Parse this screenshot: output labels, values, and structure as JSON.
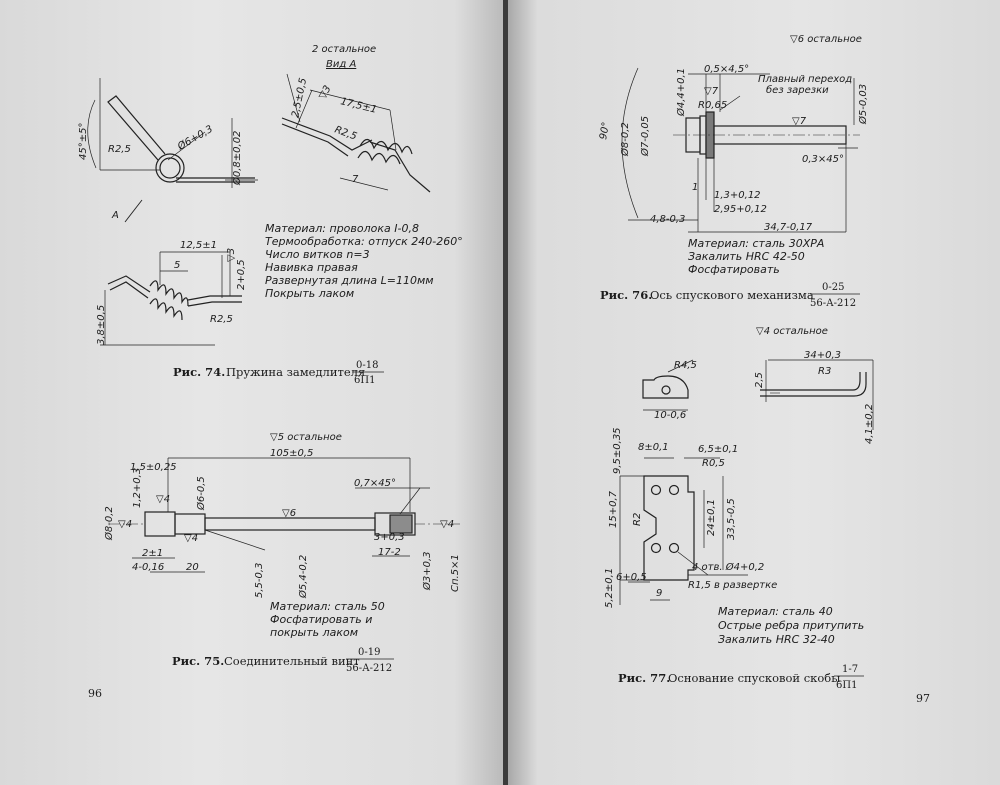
{
  "left_page": {
    "page_number": "96",
    "fig74": {
      "roughness": "2 остальное",
      "view_label": "Вид А",
      "arrow_label": "А",
      "dims": {
        "angle": "45°±5°",
        "r_a": "R2,5",
        "dia_coil": "Ø6+0,3",
        "wire": "Ø0,8±0,02",
        "d1": "2,5±0,5",
        "d2": "17,5±1",
        "d3": "R2,5",
        "d4": "7",
        "rough_a": "▽3",
        "d5": "12,5±1",
        "d6": "5",
        "d7": "2+0,5",
        "d8": "3,8±0,5",
        "d9": "R2,5",
        "rough_b": "▽3"
      },
      "notes": [
        "Материал: проволока I-0,8",
        "Термообработка: отпуск 240-260°",
        "Число витков n=3",
        "Навивка правая",
        "Развернутая длина L=110мм",
        "Покрыть лаком"
      ],
      "caption_prefix": "Рис. 74.",
      "caption_text": "Пружина замедлителя",
      "code_top": "0-18",
      "code_bottom": "6П1"
    },
    "fig75": {
      "roughness": "▽5 остальное",
      "dims": {
        "total": "105±0,5",
        "a": "1,5±0,25",
        "b": "1,2+0,3",
        "c": "Ø6-0,5",
        "d": "Ø8-0,2",
        "e": "0,7×45°",
        "f": "2±1",
        "g": "4-0,16",
        "h": "20",
        "i": "5,5-0,3",
        "j": "Ø5,4-0,2",
        "k": "3+0,3",
        "l": "17-2",
        "m": "Ø3+0,3",
        "n": "Сп.5×1",
        "r1": "▽4",
        "r2": "▽4",
        "r3": "▽6",
        "r4": "▽4",
        "r5": "▽4"
      },
      "notes": [
        "Материал: сталь 50",
        "Фосфатировать и",
        "покрыть лаком"
      ],
      "caption_prefix": "Рис. 75.",
      "caption_text": "Соединительный винт",
      "code_top": "0-19",
      "code_bottom": "56-А-212"
    }
  },
  "right_page": {
    "page_number": "97",
    "fig76": {
      "roughness": "▽6 остальное",
      "dims": {
        "a": "0,5×4,5°",
        "b": "Плавный переход",
        "c": "без зарезки",
        "d": "▽7",
        "e": "R0,65",
        "f": "Ø4,4+0,1",
        "g": "Ø8-0,2",
        "h": "Ø7-0,05",
        "i": "90°",
        "j": "▽7",
        "k": "Ø5-0,03",
        "l": "0,3×45°",
        "m": "1",
        "n": "1,3+0,12",
        "o": "2,95+0,12",
        "p": "4,8-0,3",
        "q": "34,7-0,17"
      },
      "notes": [
        "Материал: сталь 30ХРА",
        "Закалить HRC 42-50",
        "Фосфатировать"
      ],
      "caption_prefix": "Рис. 76.",
      "caption_text": "Ось спускового механизма",
      "code_top": "0-25",
      "code_bottom": "56-А-212"
    },
    "fig77": {
      "roughness": "▽4 остальное",
      "dims": {
        "a": "R4,5",
        "b": "10-0,6",
        "c": "34+0,3",
        "d": "2,5",
        "e": "R3",
        "f": "4,1±0,2",
        "g": "8±0,1",
        "h": "9,5±0,35",
        "i": "6,5±0,1",
        "j": "R0,5",
        "k": "15+0,7",
        "l": "R2",
        "m": "24±0,1",
        "n": "33,5-0,5",
        "o": "4 отв. Ø4+0,2",
        "p": "R1,5 в развертке",
        "q": "6+0,5",
        "r": "5,2±0,1",
        "s": "9"
      },
      "notes": [
        "Материал: сталь 40",
        "Острые ребра притупить",
        "Закалить HRC 32-40"
      ],
      "caption_prefix": "Рис. 77.",
      "caption_text": "Основание спусковой скобы",
      "code_top": "1-7",
      "code_bottom": "6П1"
    }
  }
}
